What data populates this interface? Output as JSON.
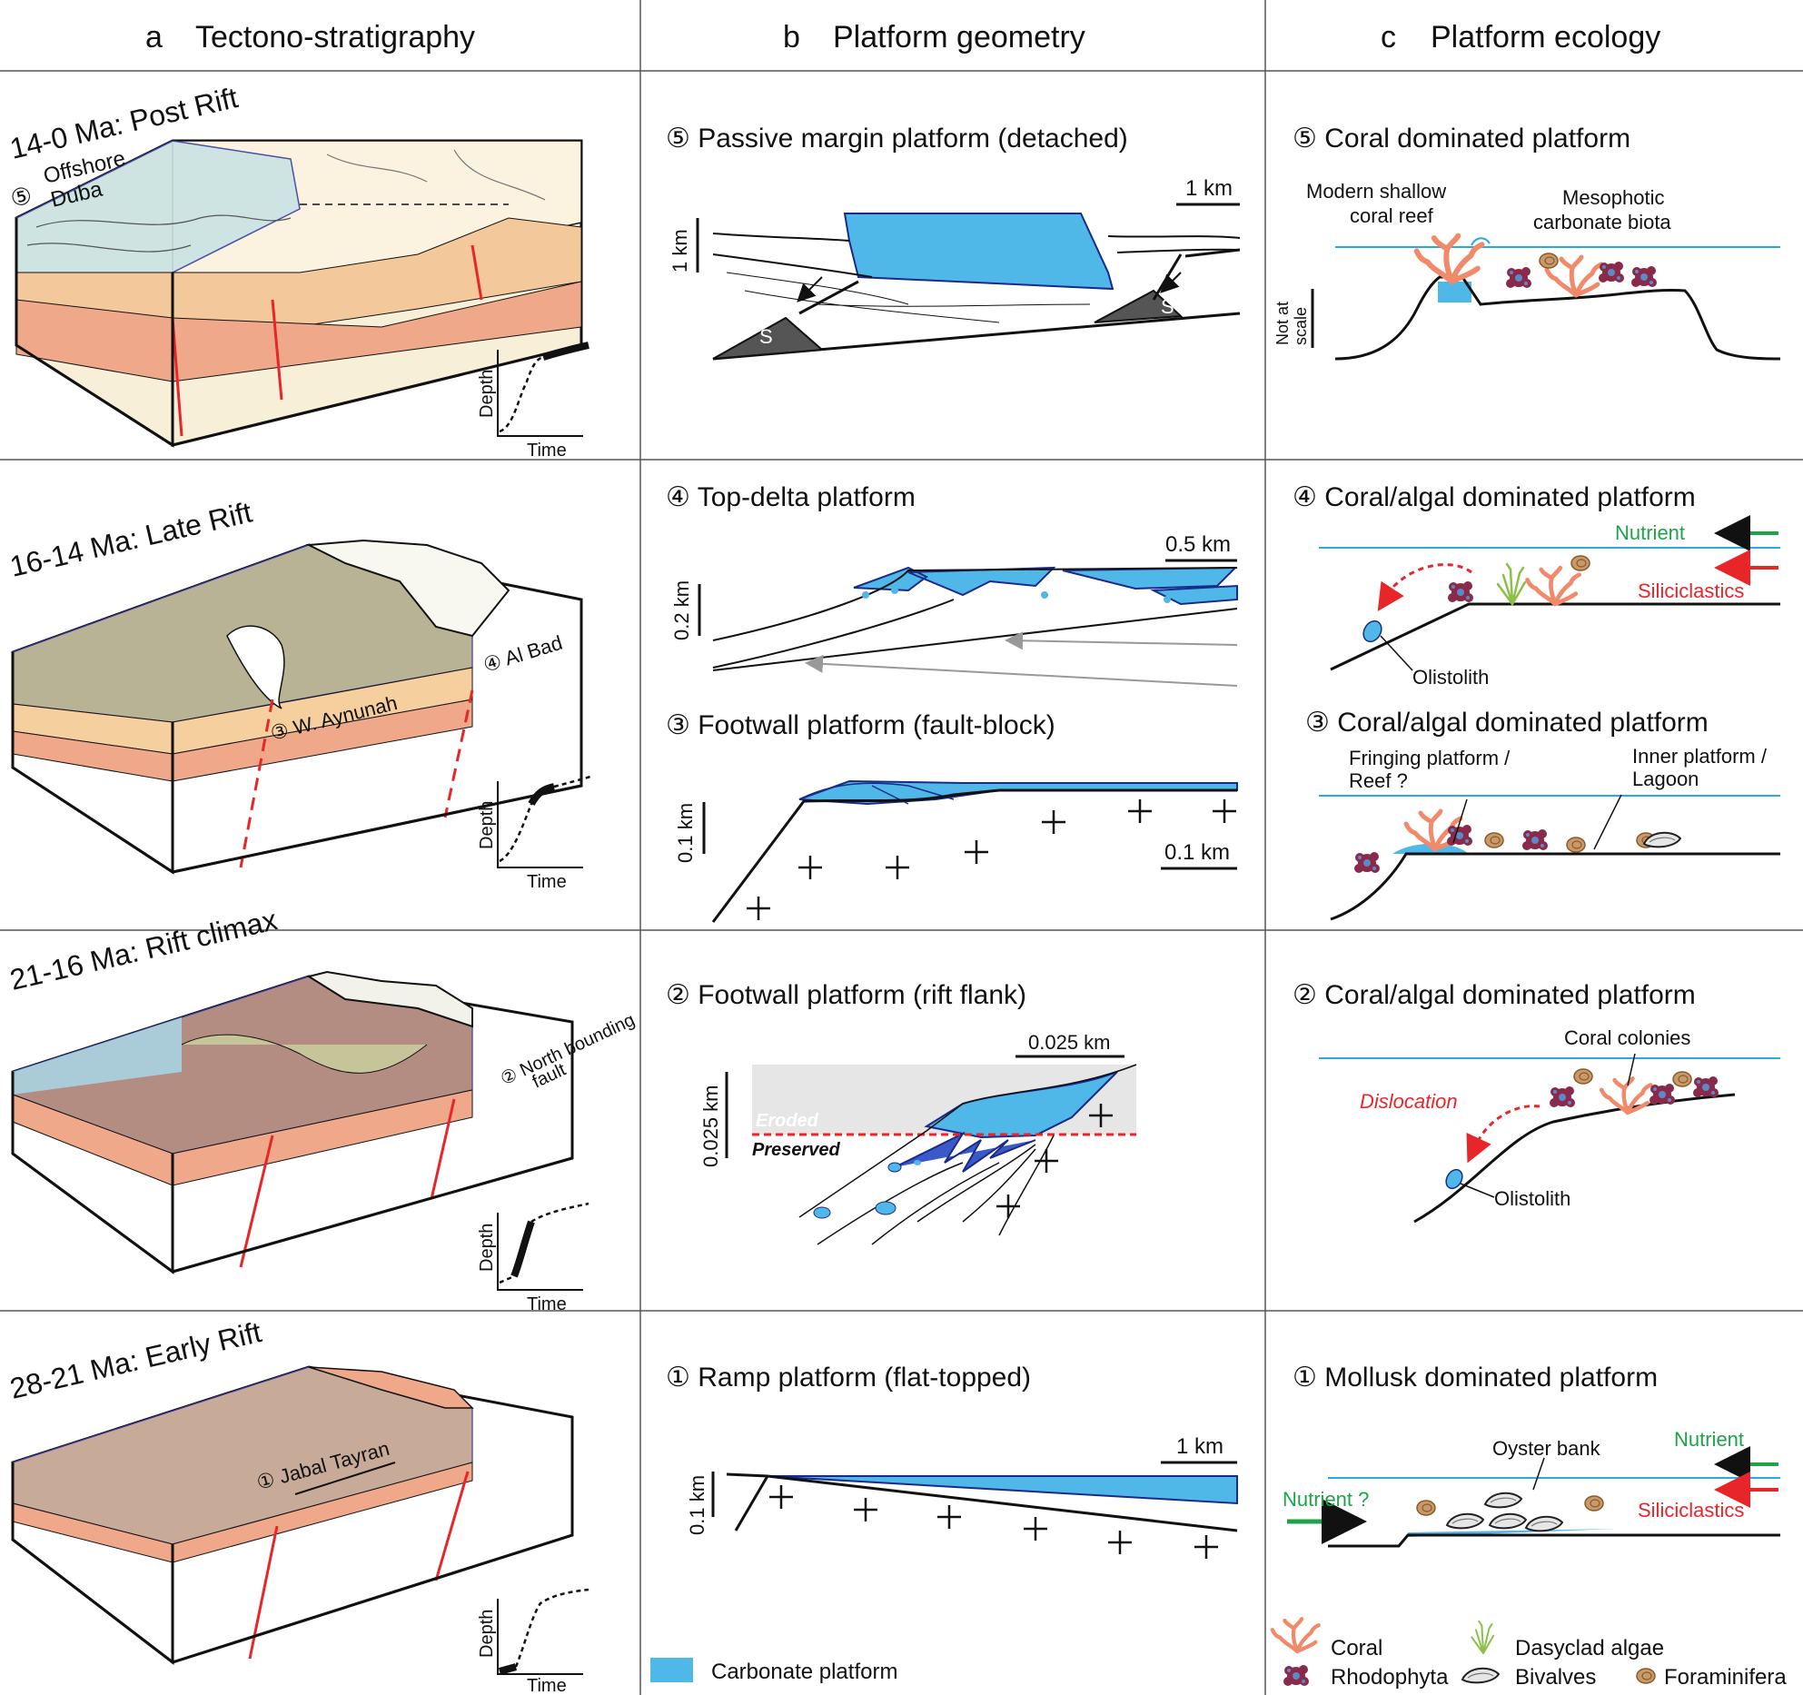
{
  "headers": {
    "a_letter": "a",
    "a_title": "Tectono-stratigraphy",
    "b_letter": "b",
    "b_title": "Platform geometry",
    "c_letter": "c",
    "c_title": "Platform ecology"
  },
  "rows": {
    "r5": {
      "stage": "14-0 Ma: Post Rift",
      "site_num": "⑤",
      "site_name_1": "Offshore",
      "site_name_2": "Duba",
      "geom_title": "⑤  Passive margin platform (detached)",
      "geom_scale_h": "1 km",
      "geom_scale_v": "1 km",
      "salt": "S",
      "eco_title": "⑤  Coral dominated platform",
      "eco_label_1a": "Modern shallow",
      "eco_label_1b": "coral reef",
      "eco_label_2a": "Mesophotic",
      "eco_label_2b": "carbonate biota",
      "eco_scale_1": "Not at",
      "eco_scale_2": "scale"
    },
    "r4": {
      "stage": "16-14 Ma: Late Rift",
      "site_a": "④ Al Bad",
      "site_b": "③ W. Aynunah",
      "geom_title": "④  Top-delta platform",
      "geom_scale_h": "0.5 km",
      "geom_scale_v": "0.2 km",
      "eco_title": "④  Coral/algal dominated platform",
      "nutrient": "Nutrient",
      "siliciclastics": "Siliciclastics",
      "olistolith": "Olistolith"
    },
    "r3": {
      "geom_title": "③  Footwall platform (fault-block)",
      "geom_scale_h": "0.1 km",
      "geom_scale_v": "0.1 km",
      "eco_title": "③  Coral/algal dominated platform",
      "label_1a": "Fringing platform /",
      "label_1b": "Reef ?",
      "label_2a": "Inner platform /",
      "label_2b": "Lagoon"
    },
    "r2": {
      "stage": "21-16 Ma: Rift climax",
      "site_1": "② North bounding",
      "site_2": "fault",
      "geom_title": "②  Footwall platform (rift flank)",
      "geom_scale_h": "0.025 km",
      "geom_scale_v": "0.025 km",
      "eroded": "Eroded",
      "preserved": "Preserved",
      "eco_title": "②  Coral/algal dominated platform",
      "coral_colonies": "Coral colonies",
      "dislocation": "Dislocation",
      "olistolith": "Olistolith"
    },
    "r1": {
      "stage": "28-21 Ma: Early Rift",
      "site": "① Jabal Tayran",
      "geom_title": "①  Ramp platform (flat-topped)",
      "geom_scale_h": "1 km",
      "geom_scale_v": "0.1 km",
      "eco_title": "①  Mollusk dominated platform",
      "oyster_bank": "Oyster bank",
      "nutrient_q": "Nutrient ?",
      "nutrient": "Nutrient",
      "siliciclastics": "Siliciclastics"
    }
  },
  "axes": {
    "depth": "Depth",
    "time": "Time"
  },
  "legend": {
    "carbonate": "Carbonate platform",
    "coral": "Coral",
    "dasyclad": "Dasyclad algae",
    "rhodophyta": "Rhodophyta",
    "bivalves": "Bivalves",
    "foraminifera": "Foraminifera"
  },
  "colors": {
    "carbonate": "#4fb8e8",
    "fault": "#e8262a",
    "nutrient": "#1fa34a",
    "siliciclastic": "#e8262a",
    "coral": "#f08a6a",
    "rhodophyta": "#8a2a4a",
    "sea": "#2aa8e0"
  }
}
